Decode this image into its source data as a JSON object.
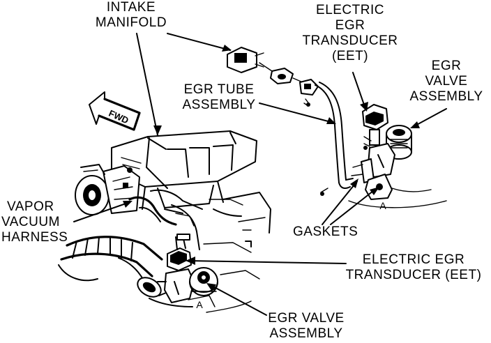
{
  "labels": {
    "intake_manifold": [
      "INTAKE",
      "MANIFOLD"
    ],
    "eet_top": [
      "ELECTRIC",
      "EGR",
      "TRANSDUCER",
      "(EET)"
    ],
    "egr_valve_top": [
      "EGR",
      "VALVE",
      "ASSEMBLY"
    ],
    "egr_tube": [
      "EGR TUBE",
      "ASSEMBLY"
    ],
    "fwd": "FWD",
    "vapor_vacuum": [
      "VAPOR",
      "VACUUM",
      "HARNESS"
    ],
    "gaskets": "GASKETS",
    "eet_bottom": [
      "ELECTRIC EGR",
      "TRANSDUCER (EET)"
    ],
    "egr_valve_bottom": [
      "EGR VALVE",
      "ASSEMBLY"
    ],
    "view_a": "A"
  }
}
